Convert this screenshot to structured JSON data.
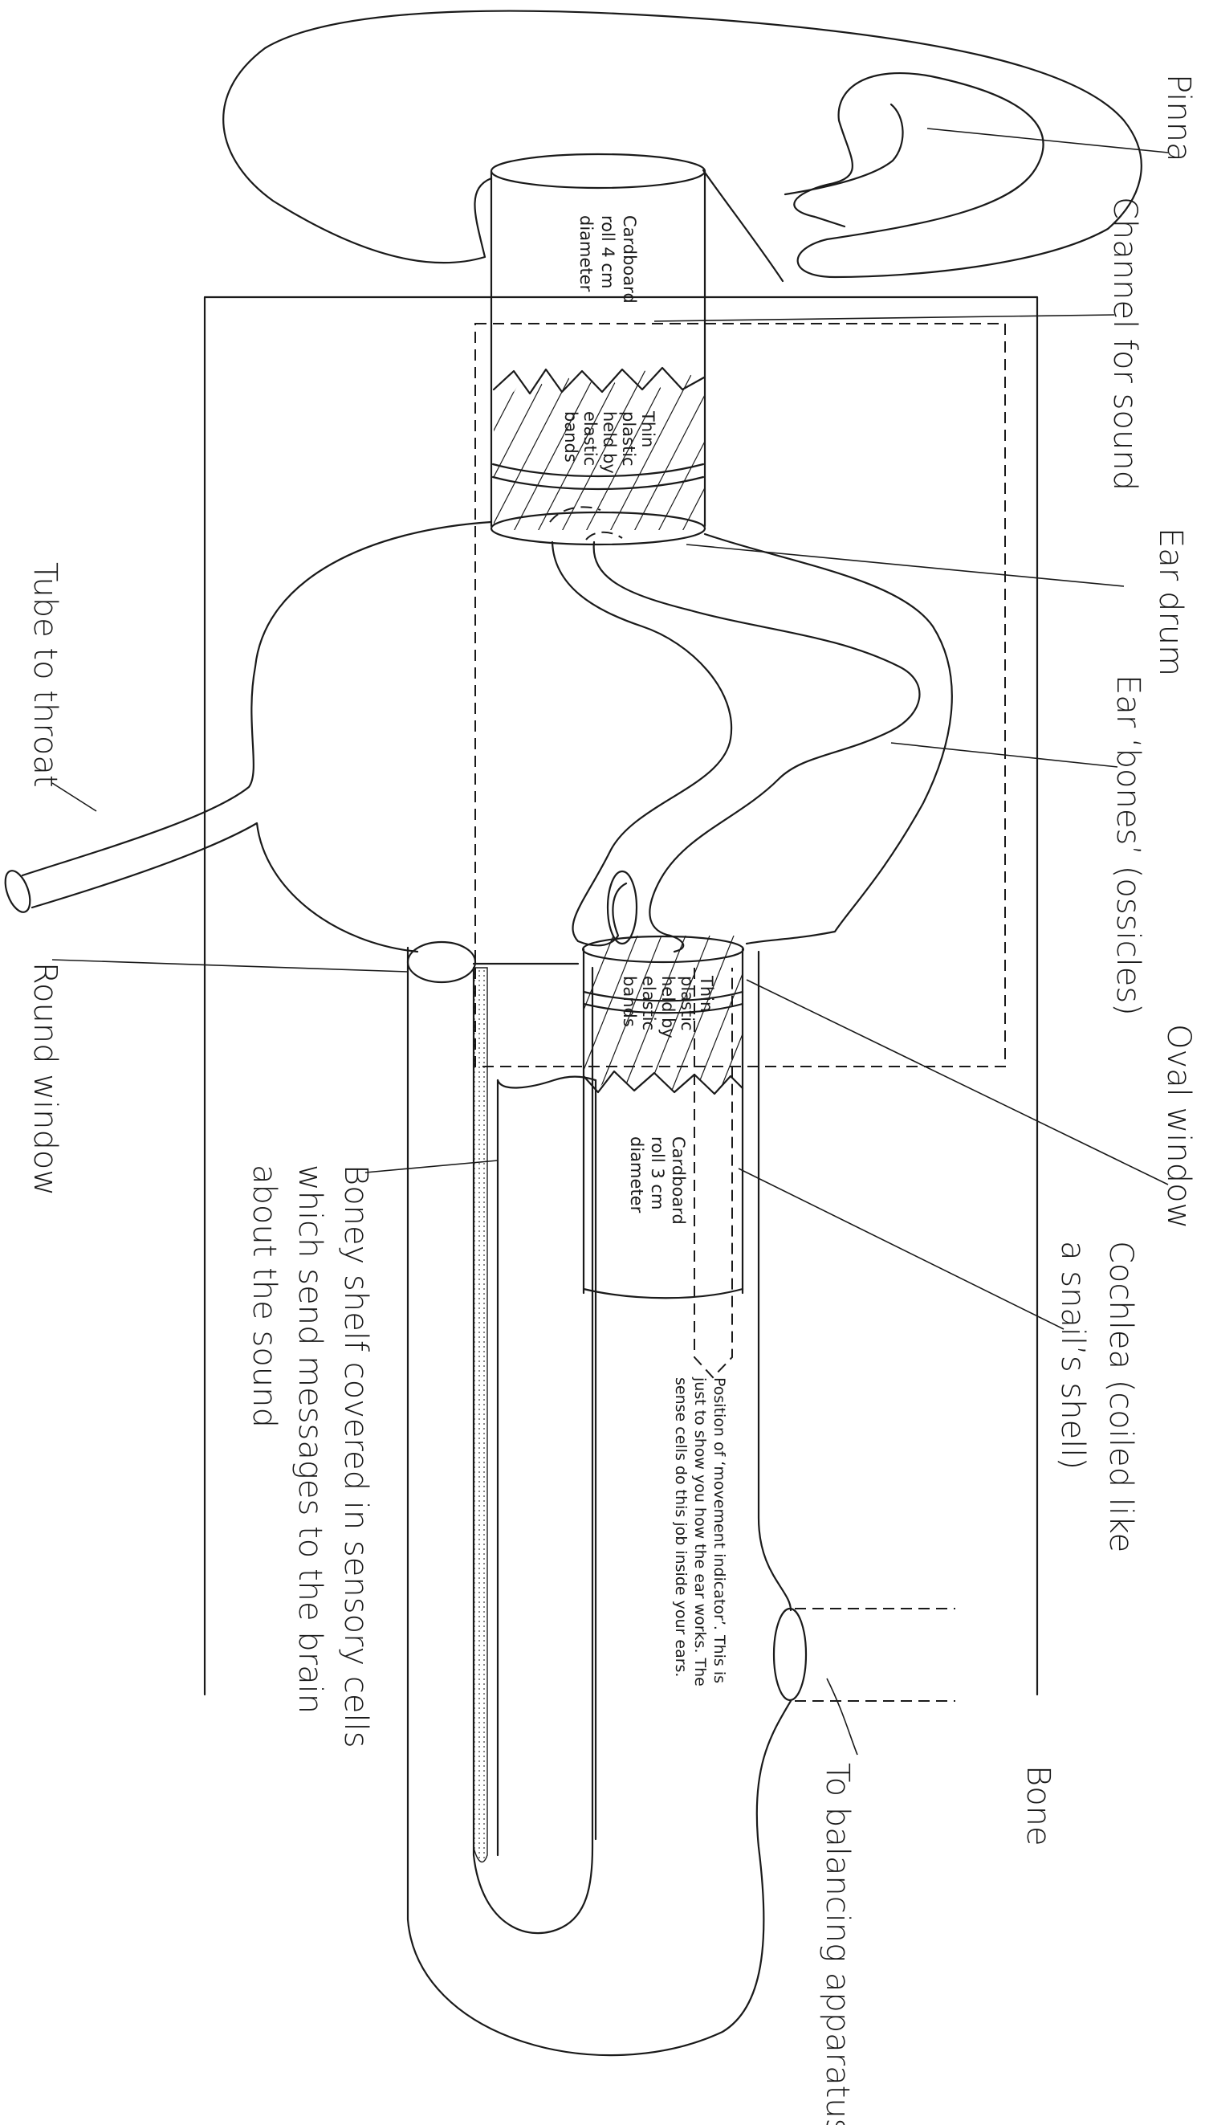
{
  "labels": {
    "pinna": "Pinna",
    "channel_for_sound": "Channel for sound",
    "ear_drum": "Ear drum",
    "ear_bones": "Ear ‘bones’ (ossicles)",
    "oval_window": "Oval window",
    "cochlea": [
      "Cochlea (coiled like",
      "a snail’s shell)"
    ],
    "bone": "Bone",
    "to_balancing": "To balancing apparatus",
    "tube_to_throat": "Tube to throat",
    "round_window": "Round window",
    "boney_shelf": [
      "Boney shelf covered in sensory cells",
      "which send messages to the brain",
      "about the sound"
    ]
  },
  "notes": {
    "cardboard_top": [
      "Cardboard",
      "roll 4 cm",
      "diameter"
    ],
    "plastic_top": [
      "Thin",
      "plastic",
      "held by",
      "elastic",
      "bands"
    ],
    "cardboard_bottom": [
      "Cardboard",
      "roll 3 cm",
      "diameter"
    ],
    "plastic_bottom": [
      "Thin",
      "plastic",
      "held by",
      "elastic",
      "bands"
    ],
    "movement_indicator": [
      "Position of ‘movement indicator’. This is",
      "just to show you how the ear works. The",
      "sense cells do this job inside your ears."
    ]
  }
}
